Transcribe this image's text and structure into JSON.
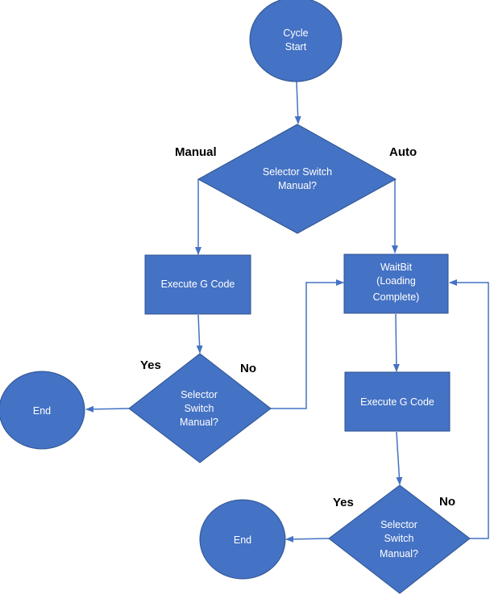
{
  "nodes": {
    "cycle_start": {
      "line1": "Cycle",
      "line2": "Start"
    },
    "decision_top": {
      "line1": "Selector Switch",
      "line2": "Manual?"
    },
    "execute_manual": {
      "label": "Execute G Code"
    },
    "waitbit": {
      "line1": "WaitBit",
      "line2": "(Loading",
      "line3": "Complete)"
    },
    "decision_left": {
      "line1": "Selector",
      "line2": "Switch",
      "line3": "Manual?"
    },
    "end_left": {
      "label": "End"
    },
    "execute_auto": {
      "label": "Execute G Code"
    },
    "decision_bottom": {
      "line1": "Selector",
      "line2": "Switch",
      "line3": "Manual?"
    },
    "end_bottom": {
      "label": "End"
    }
  },
  "branch_labels": {
    "manual": "Manual",
    "auto": "Auto",
    "yes_left": "Yes",
    "no_left": "No",
    "yes_bottom": "Yes",
    "no_bottom": "No"
  },
  "colors": {
    "shape_fill": "#4472C4",
    "shape_border": "#2F528F",
    "connector": "#4472C4",
    "node_text": "#FFFFFF",
    "label_text": "#000000"
  }
}
